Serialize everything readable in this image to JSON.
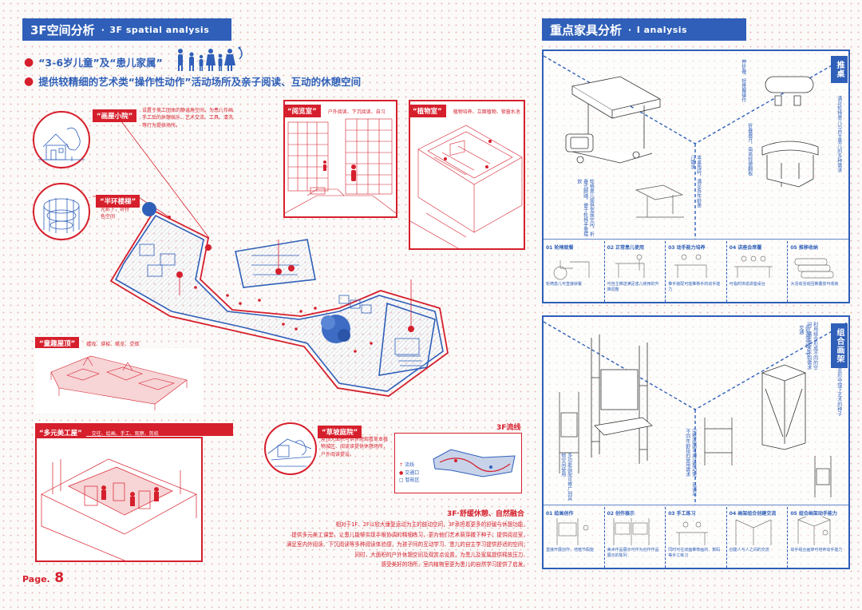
{
  "left": {
    "banner_cn": "3F空间分析",
    "banner_sep": "·",
    "banner_en": "3F spatial analysis",
    "subtitle1_a": "“3-6岁儿童”及“患儿家属”",
    "subtitle2": "提供较精细的艺术类“操作性动作”活动场所及亲子阅读、互动的休憩空间",
    "huawu": {
      "tag": "“画屋小院”",
      "desc": "设置于美工团体的静谧角空间，为患儿作画手工后的休憩娱乐、艺术交流、工具、清洗等行为提供场所。"
    },
    "banhuan": {
      "tag": "“半环楼梯”",
      "desc": "光影下，奇特色空间"
    },
    "yuelanshi": {
      "tag": "“阅览室”",
      "desc": "户外阅读、下沉阅读、自习"
    },
    "zhiwushi": {
      "tag": "“植物室”",
      "desc": "植物培养、立面植物、锁窗水池"
    },
    "tongqu": {
      "tag": "“童趣屋顶”",
      "desc": "嬉戏、穿梭、眺览、交错"
    },
    "duoyuan": {
      "tag": "“多元美工屋”",
      "desc": "交往、绘画、手工、观察、剪纸"
    },
    "caopo": {
      "tag": "“草坡庭院”",
      "desc": "屋顶大面积可供休憩观看草本植物城区、阅读读提供休憩场所，户外阅读提设。"
    },
    "flow": {
      "title": "3F流线",
      "legend": [
        "流线",
        "交通口",
        "智能区"
      ]
    },
    "summary": {
      "title": "3F·舒缓休憩、自然融合",
      "lines": [
        "相对于1F、2F以较大康复运动为主的肢动空间，3F承担着更多的舒缓与休憩功能，",
        "提供多元美工课堂，让患儿能够实现手眼协调的精细练习，更为他们艺术萌芽撒下种子；提供阅览室，",
        "满足室内外阅读、下沉阅读等多种阅读体验感，为孩子间的互动学习、患儿的自主学习提供舒适的空间；",
        "同时，大面积的户外休憩空间及观赏点设置，为患儿及家属提供释放压力、",
        "感受美好的场所，室内植物室更为患儿的自然学习提供了启发。"
      ]
    },
    "page_label": "Page.",
    "page_num": "8"
  },
  "right": {
    "banner_cn": "重点家具分析",
    "banner_sep": "·",
    "banner_en": "I analysis",
    "panel1": {
      "tag": "推桌",
      "vert_note": "满足轮椅患儿与自主患儿的多种需求",
      "notes": [
        "伸折叠，轻推握操作",
        "折叠展开，简易轻便翻板",
        "本桌角转，满足各年龄患儿需求",
        "轮椅患儿提供宽度空间，折叠式脚踏，便于轮椅手靠摆放"
      ],
      "steps": [
        {
          "num": "01",
          "label": "轮椅就餐",
          "cap": "轮椅患儿可直接就餐"
        },
        {
          "num": "02",
          "label": "正常患儿使用",
          "cap": "可自主推送满足患儿使用的升降调整"
        },
        {
          "num": "03",
          "label": "动手能力培养",
          "cap": "推手装配可能推移手的动手能力"
        },
        {
          "num": "04",
          "label": "讲座会席覆",
          "cap": "可临时拼成讲座桌台"
        },
        {
          "num": "05",
          "label": "推移收纳",
          "cap": "大活动活动回推叠放可收纳"
        }
      ]
    },
    "panel2": {
      "tag": "组合画架",
      "vert_note": "变形中埋下艺术的种子",
      "notes": [
        "利用组合形成不同的空间，满足艺术不同需求",
        "画架部分可上下，交通",
        "完整底面可通过推动架，以满足不同年龄段的使用需求",
        "多功能画架可推广到其他空间使用"
      ],
      "steps": [
        {
          "num": "01",
          "label": "绘画创作",
          "cap": "直接开展创作，培植节假能"
        },
        {
          "num": "02",
          "label": "创作展示",
          "cap": "美术作品展示可作为创作作品展示的陈列"
        },
        {
          "num": "03",
          "label": "手工练习",
          "cap": "同时可在双面推荐画的、数码等手工练习"
        },
        {
          "num": "04",
          "label": "画架组合创建交流",
          "cap": "创建人与人之间的交流"
        },
        {
          "num": "05",
          "label": "组合画架动手能力",
          "cap": "动手组合画架可培养动手能力"
        }
      ]
    }
  },
  "colors": {
    "blue": "#2f5fb8",
    "red": "#d61f2c"
  }
}
